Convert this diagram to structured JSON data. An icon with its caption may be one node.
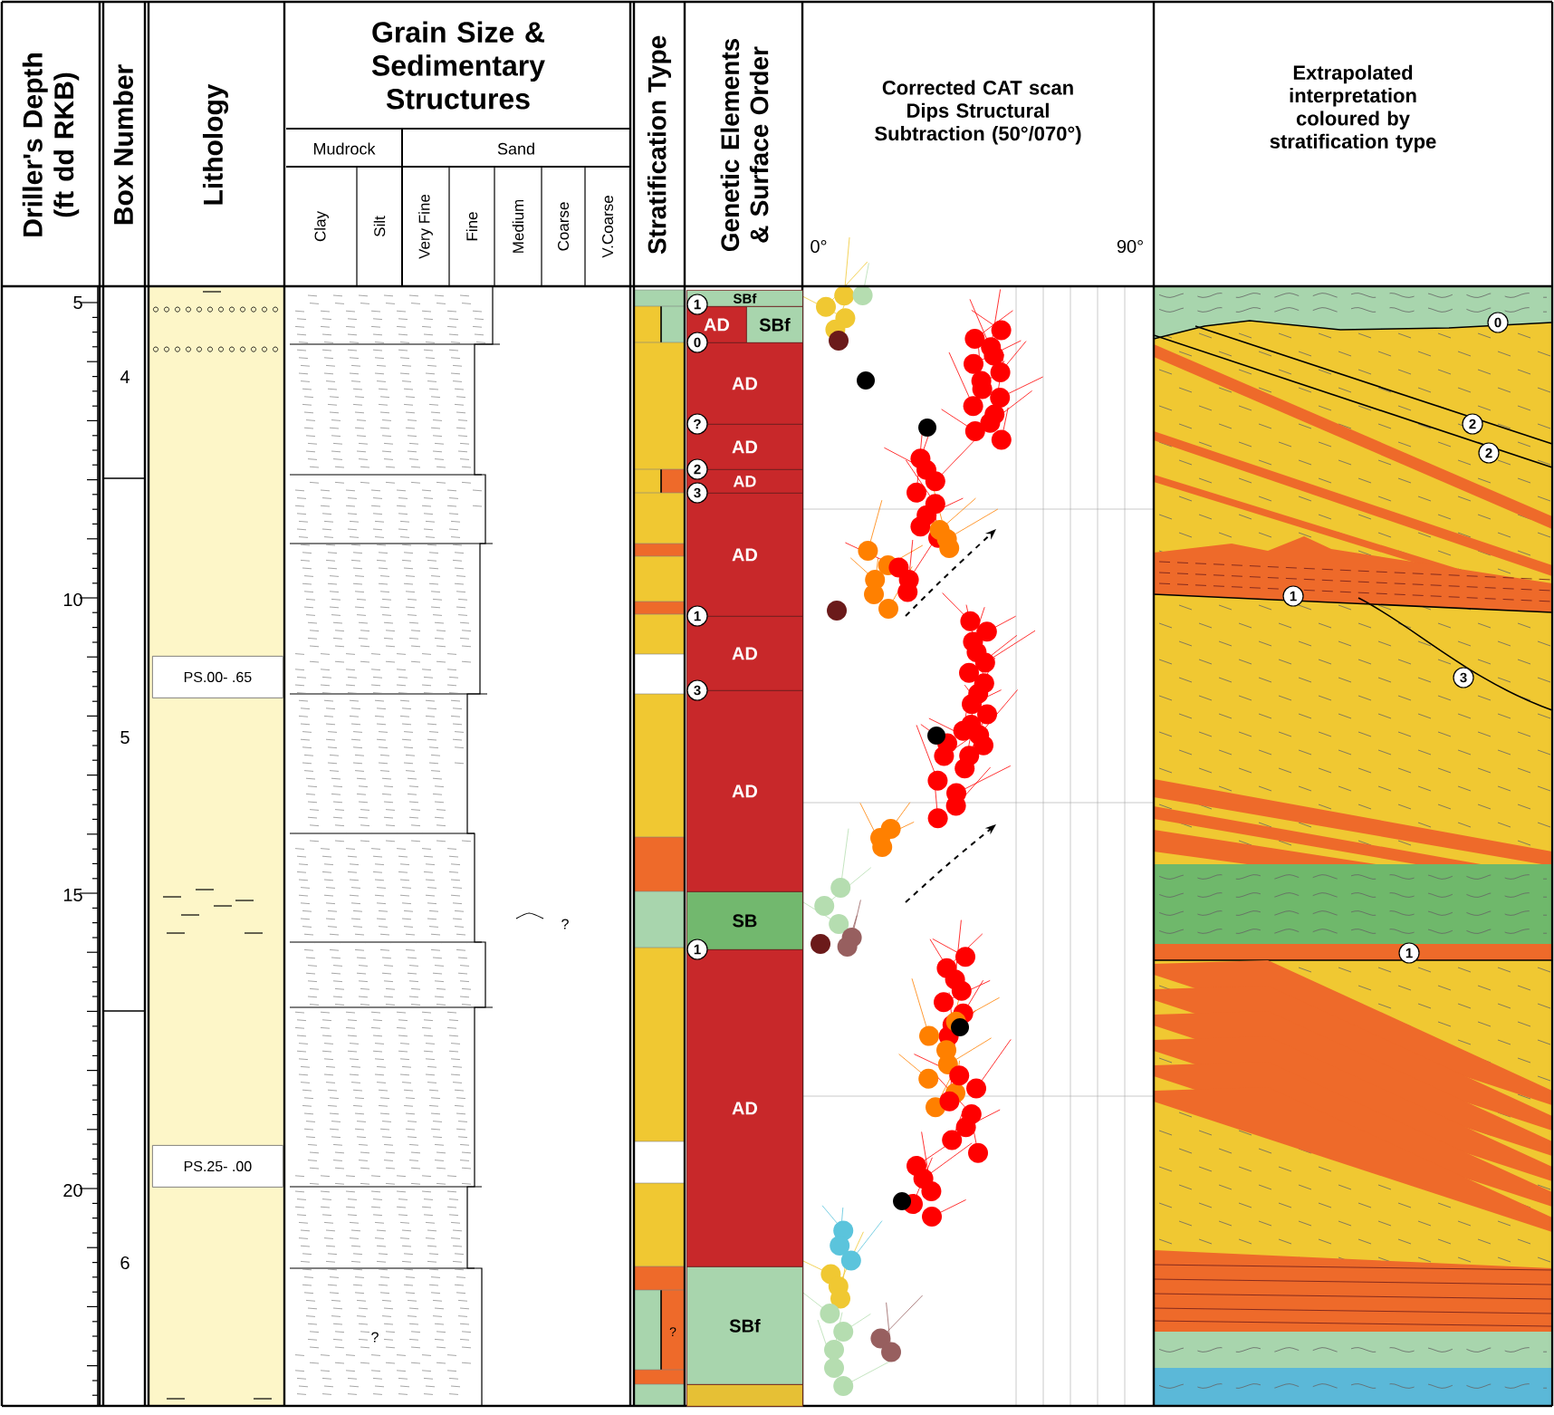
{
  "diagram": {
    "nodes": [
      {
        "text": [
          "PS.00- .65"
        ]
      },
      {
        "text": [
          "PS.25- .00"
        ]
      },
      {
        "text": [
          "SBf"
        ]
      },
      {
        "text": [
          "AD"
        ]
      },
      {
        "text": [
          "SBf"
        ]
      },
      {
        "text": [
          "AD"
        ]
      },
      {
        "text": [
          "AD"
        ]
      },
      {
        "text": [
          "AD"
        ]
      },
      {
        "text": [
          "AD"
        ]
      },
      {
        "text": [
          "AD"
        ]
      },
      {
        "text": [
          "AD"
        ]
      },
      {
        "text": [
          "SB"
        ]
      },
      {
        "text": [
          "AD"
        ]
      },
      {
        "text": [
          "SBf"
        ]
      },
      {
        "text": [],
        "shape": "box"
      }
    ],
    "labels": [
      "Driller's Depth (ft dd RKB)",
      "Box Number",
      "Lithology",
      "Grain Size & Sedimentary Structures",
      "Mudrock",
      "Sand",
      "Clay",
      "Silt",
      "Very Fine",
      "Fine",
      "Medium",
      "Coarse",
      "V.Coarse",
      "Stratification Type",
      "Genetic Elements & Surface Order",
      "Corrected CAT scan Dips Structural Subtraction (50°/070°)",
      "Extrapolated interpretation coloured by stratification type",
      "0°",
      "90°",
      "5",
      "10",
      "15",
      "20",
      "4",
      "5",
      "6",
      "?",
      "?",
      "?",
      "1",
      "0",
      "?",
      "2",
      "3",
      "1",
      "3",
      "1",
      "0",
      "2",
      "2",
      "1",
      "3",
      "1"
    ]
  }
}
